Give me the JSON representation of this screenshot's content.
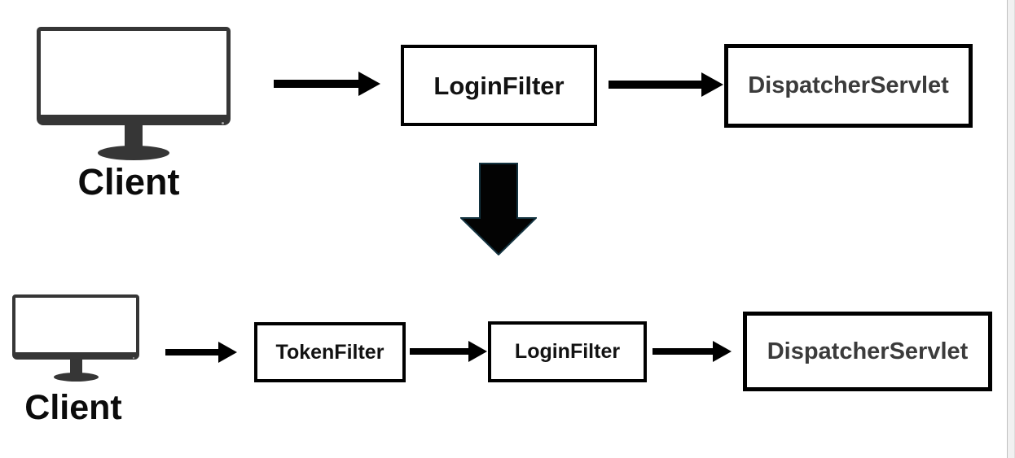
{
  "title": "Servlet filter chain diagram",
  "colors": {
    "box_border": "#000000",
    "filter_text": "#121212",
    "servlet_text": "#3b3b3b",
    "monitor": "#363636",
    "arrow": "#000000",
    "page_bg": "#ffffff",
    "gutter_bg": "#f1f1f1"
  },
  "before": {
    "client_label": "Client",
    "nodes": [
      {
        "label": "LoginFilter"
      },
      {
        "label": "DispatcherServlet"
      }
    ]
  },
  "after": {
    "client_label": "Client",
    "nodes": [
      {
        "label": "TokenFilter"
      },
      {
        "label": "LoginFilter"
      },
      {
        "label": "DispatcherServlet"
      }
    ]
  },
  "icons": {
    "client": "monitor-icon",
    "flow": "arrow-right-icon",
    "transform": "arrow-down-icon",
    "power": "power-led-dot"
  }
}
